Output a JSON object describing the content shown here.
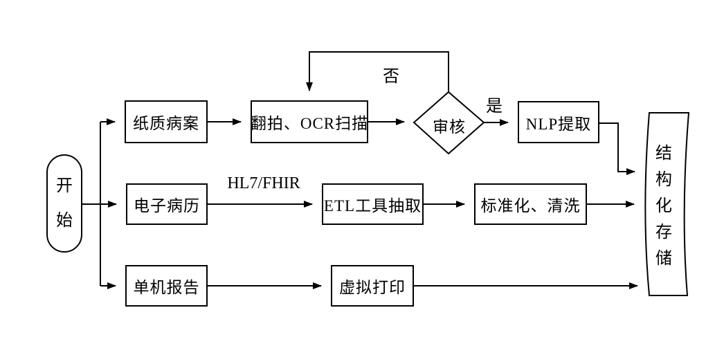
{
  "diagram": {
    "type": "flowchart",
    "background_color": "#ffffff",
    "line_color": "#000000",
    "text_color": "#000000",
    "nodes": {
      "start": "开始",
      "paper_records": "纸质病案",
      "ocr_scan": "翻拍、OCR扫描",
      "review": "审核",
      "nlp_extract": "NLP提取",
      "emr": "电子病历",
      "etl_extract": "ETL工具抽取",
      "standardize_clean": "标准化、清洗",
      "standalone_report": "单机报告",
      "virtual_print": "虚拟打印",
      "structured_storage": "结构化存储"
    },
    "edge_labels": {
      "yes": "是",
      "no": "否",
      "protocol": "HL7/FHIR"
    }
  }
}
